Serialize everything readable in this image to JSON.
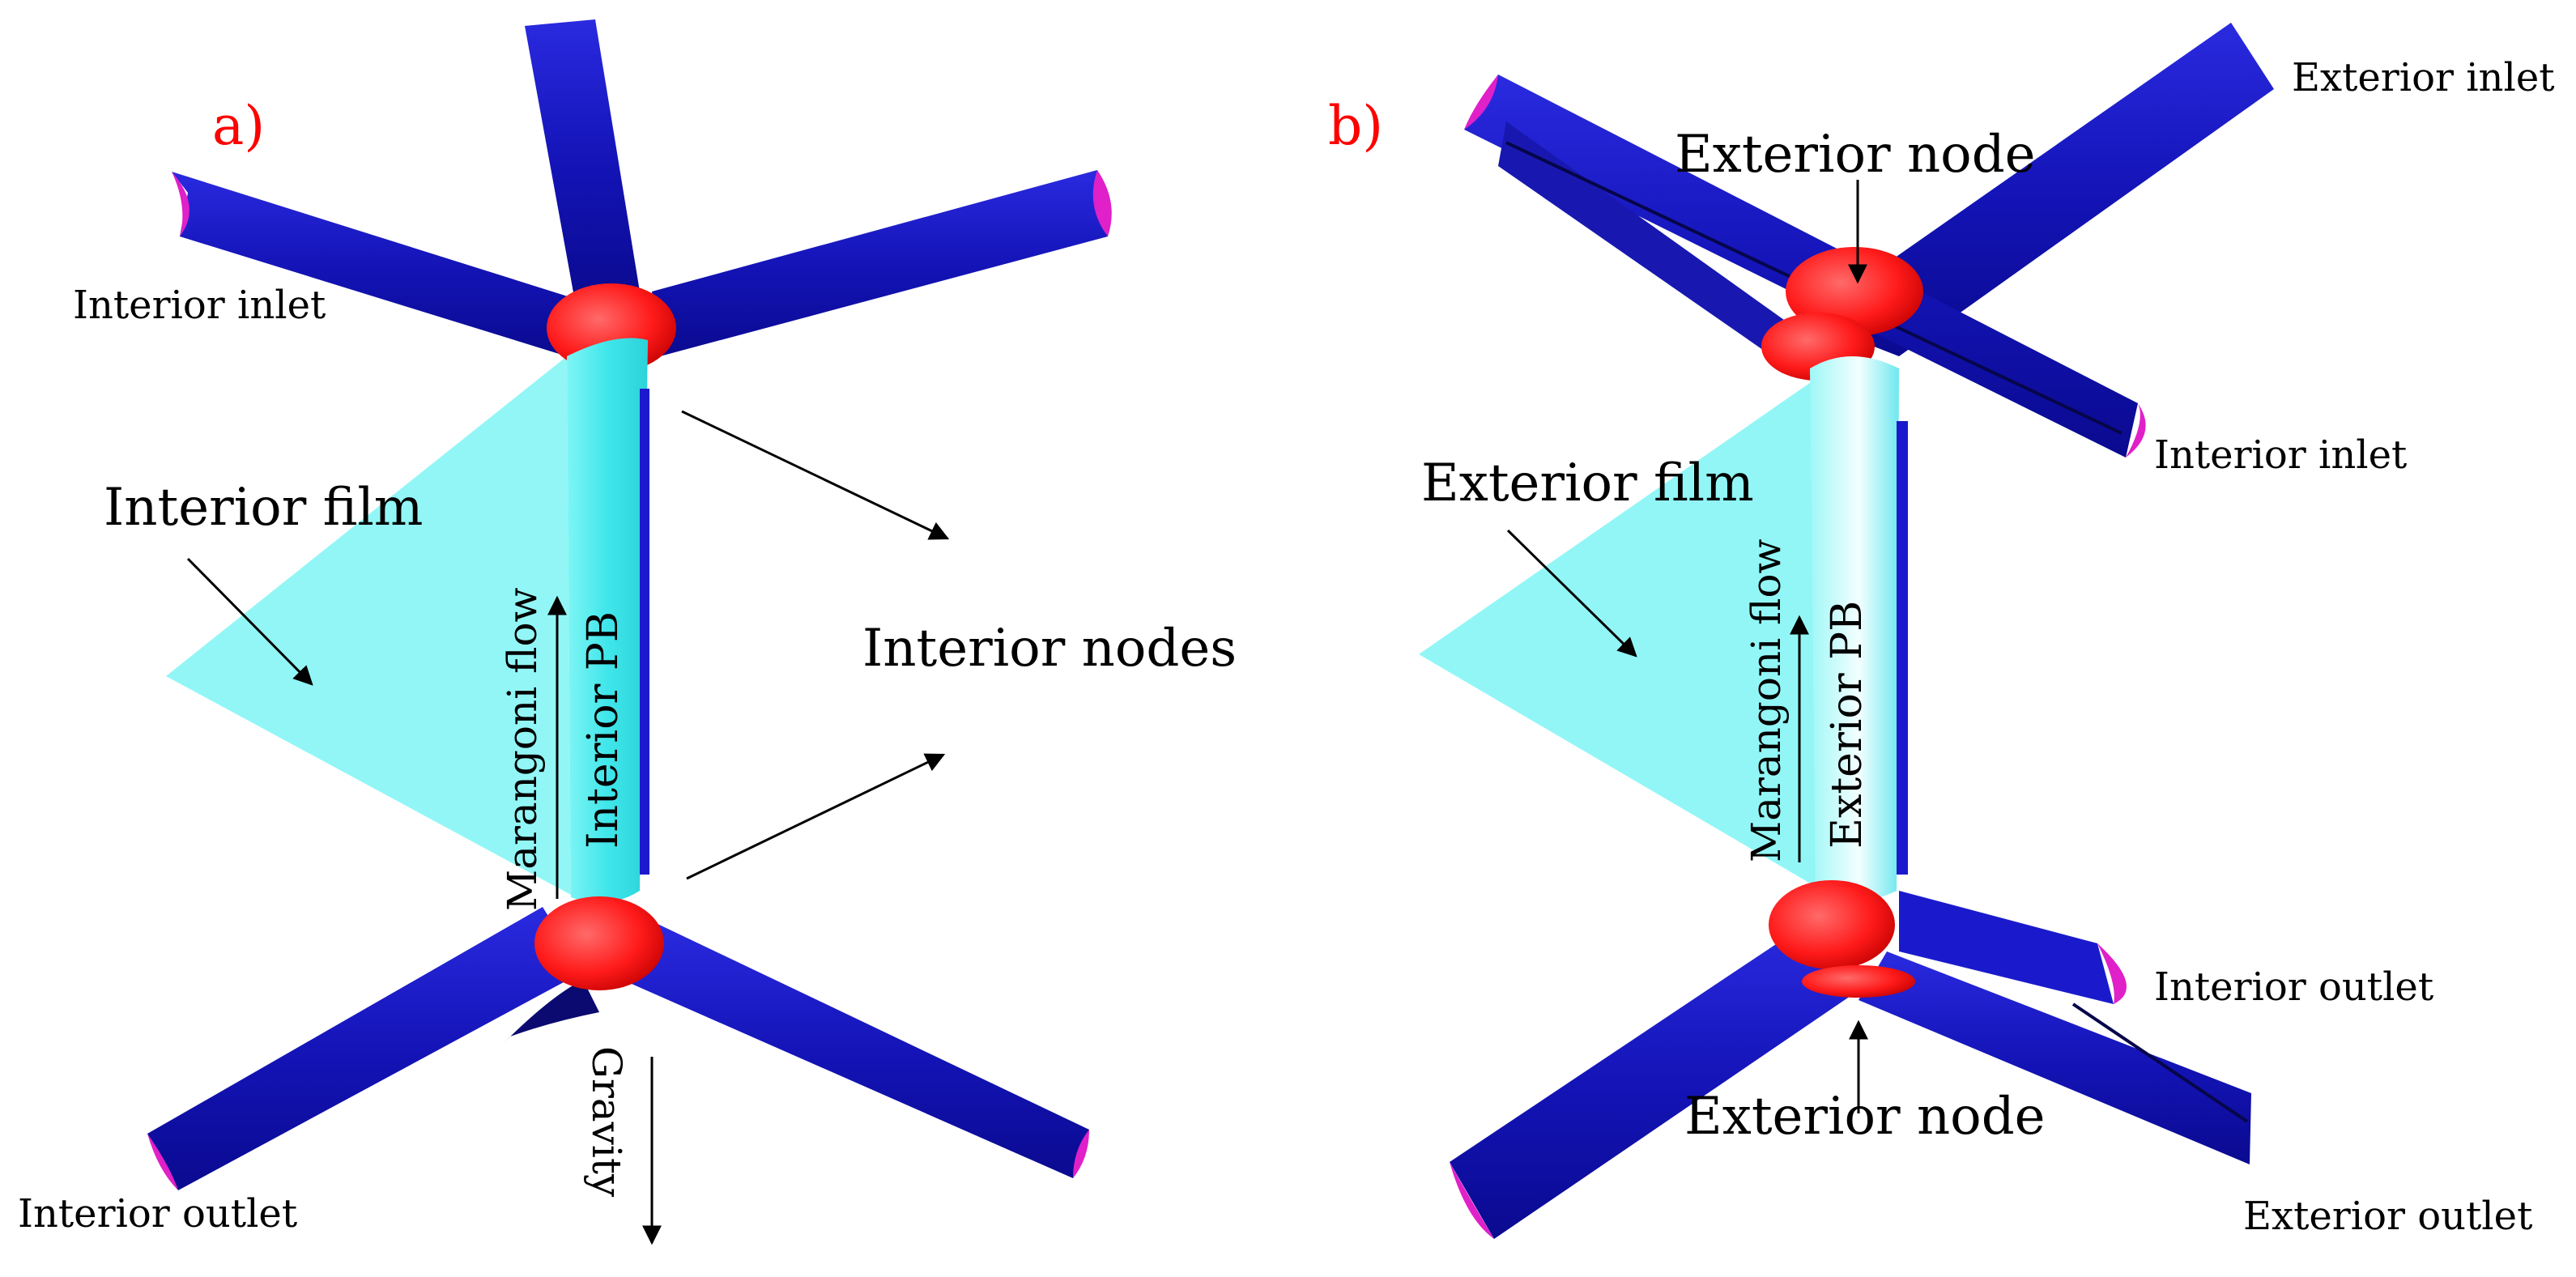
{
  "panels": [
    {
      "letter": "a)",
      "labels": {
        "inlet": "Interior inlet",
        "film": "Interior film",
        "nodes": "Interior nodes",
        "flow": "Marangoni flow",
        "pb": "Interior PB",
        "gravity": "Gravity",
        "outlet": "Interior outlet"
      }
    },
    {
      "letter": "b)",
      "labels": {
        "exterior_inlet": "Exterior inlet",
        "exterior_node_top": "Exterior node",
        "interior_inlet": "Interior inlet",
        "film": "Exterior film",
        "flow": "Marangoni flow",
        "pb": "Exterior PB",
        "interior_outlet": "Interior outlet",
        "exterior_node_bottom": "Exterior node",
        "exterior_outlet": "Exterior outlet"
      }
    }
  ],
  "colors": {
    "channel": "#1a1acc",
    "node": "#ff1a1a",
    "film": "#7ff5f5",
    "pb": "#55eeee",
    "end_cap": "#e020c8",
    "panel_letter": "#ff0000"
  }
}
